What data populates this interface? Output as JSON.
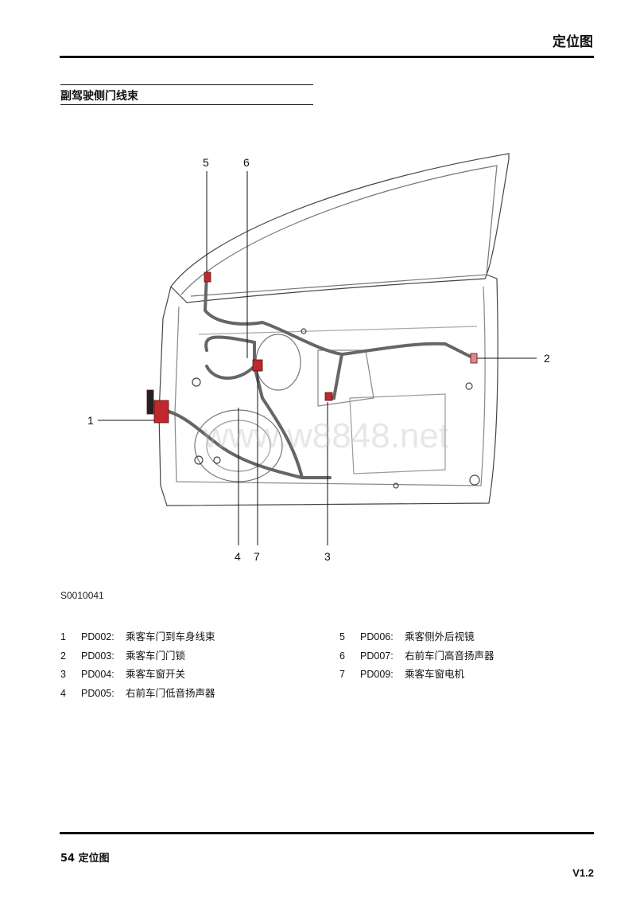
{
  "header": {
    "title": "定位图"
  },
  "section": {
    "title": "副驾驶侧门线束"
  },
  "figure": {
    "id": "S0010041",
    "watermark": "www.w8848.net",
    "callouts": [
      "1",
      "2",
      "3",
      "4",
      "5",
      "6",
      "7"
    ]
  },
  "legend": [
    {
      "num": "1",
      "code": "PD002:",
      "desc": "乘客车门到车身线束"
    },
    {
      "num": "2",
      "code": "PD003:",
      "desc": "乘客车门门锁"
    },
    {
      "num": "3",
      "code": "PD004:",
      "desc": "乘客车窗开关"
    },
    {
      "num": "4",
      "code": "PD005:",
      "desc": "右前车门低音扬声器"
    },
    {
      "num": "5",
      "code": "PD006:",
      "desc": "乘客侧外后视镜"
    },
    {
      "num": "6",
      "code": "PD007:",
      "desc": "右前车门高音扬声器"
    },
    {
      "num": "7",
      "code": "PD009:",
      "desc": "乘客车窗电机"
    }
  ],
  "footer": {
    "page": "54 定位图",
    "version": "V1.2"
  }
}
